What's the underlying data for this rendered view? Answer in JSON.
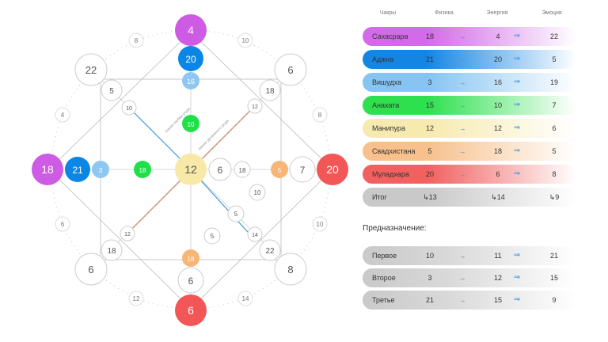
{
  "matrix": {
    "center": "12",
    "top": [
      "4",
      "20",
      "16"
    ],
    "left": [
      "18",
      "21",
      "3"
    ],
    "right": [
      "20",
      "7",
      "5",
      "6",
      "18"
    ],
    "bottom": [
      "6",
      "6",
      "18"
    ],
    "inner_vertical": [
      "10"
    ],
    "inner_left": [
      "18"
    ],
    "corner_tl": [
      "22",
      "5",
      "10"
    ],
    "corner_tr": [
      "6",
      "18",
      "12"
    ],
    "corner_bl": [
      "6",
      "18",
      "12"
    ],
    "corner_br": [
      "8",
      "22",
      "14"
    ],
    "side_ring": [
      "8",
      "10",
      "4",
      "8",
      "6",
      "10",
      "12",
      "14"
    ],
    "line_love_label": "линия любви рода",
    "line_money_label": "линия денежного рода",
    "money_nodes": [
      "10",
      "5",
      "5",
      "14"
    ],
    "colors": {
      "violet": "#cd5be3",
      "blue": "#0a86e6",
      "lightblue": "#8fc7f2",
      "green": "#20e04a",
      "yellow": "#f8e9a8",
      "orange": "#f7b676",
      "red": "#f25656",
      "gray": "#ababab"
    }
  },
  "table": {
    "headers": [
      "Чакры",
      "Физика",
      "Энергия",
      "Эмоция"
    ],
    "rows": [
      {
        "name": "Сахасрара",
        "v1": "18",
        "v2": "4",
        "v3": "22",
        "color": "#d36be8"
      },
      {
        "name": "Аджна",
        "v1": "21",
        "v2": "20",
        "v3": "5",
        "color": "#1585e4"
      },
      {
        "name": "Вишудха",
        "v1": "3",
        "v2": "16",
        "v3": "19",
        "color": "#86c4f2"
      },
      {
        "name": "Анахата",
        "v1": "15",
        "v2": "10",
        "v3": "7",
        "color": "#2ee04e"
      },
      {
        "name": "Манипура",
        "v1": "12",
        "v2": "12",
        "v3": "6",
        "color": "#f7eaae"
      },
      {
        "name": "Свадхистана",
        "v1": "5",
        "v2": "18",
        "v3": "5",
        "color": "#f7c08c"
      },
      {
        "name": "Муладхара",
        "v1": "20",
        "v2": "6",
        "v3": "8",
        "color": "#f26060"
      },
      {
        "name": "Итог",
        "v1": "↳13",
        "v2": "↳14",
        "v3": "↳9",
        "color": "#c9c9c9"
      }
    ],
    "arrow_thin": "→",
    "arrow_double": "⇒"
  },
  "purpose": {
    "title": "Предназначение:",
    "rows": [
      {
        "name": "Первое",
        "v1": "10",
        "v2": "11",
        "v3": "21"
      },
      {
        "name": "Второе",
        "v1": "3",
        "v2": "12",
        "v3": "15"
      },
      {
        "name": "Третье",
        "v1": "21",
        "v2": "15",
        "v3": "9"
      }
    ]
  }
}
